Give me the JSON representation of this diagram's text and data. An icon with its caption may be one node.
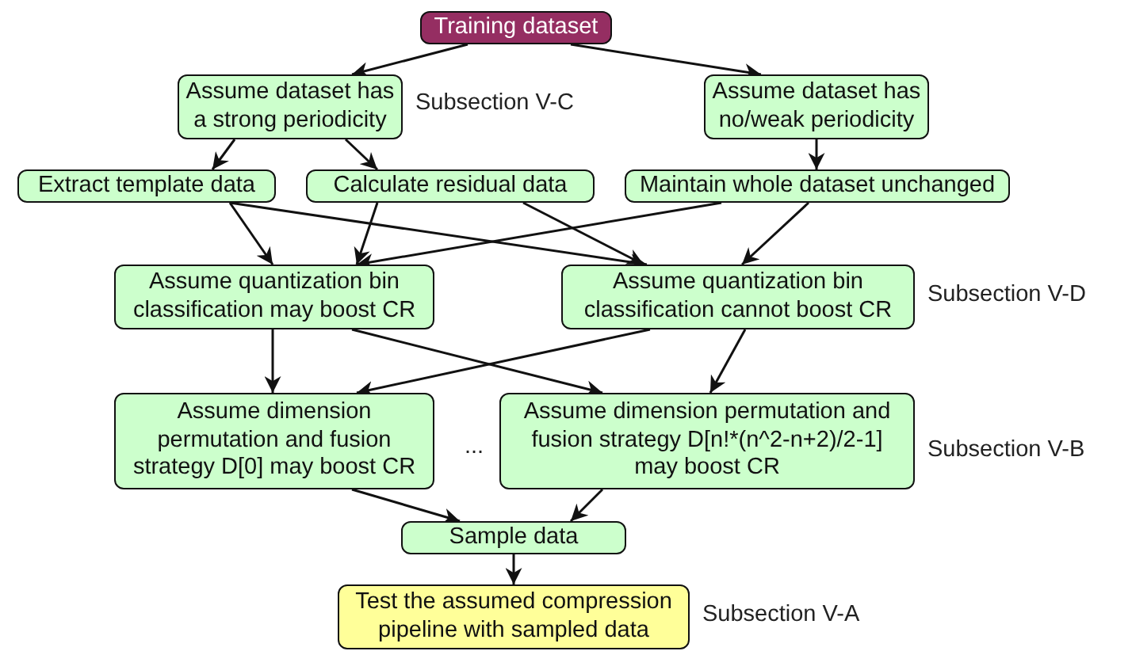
{
  "diagram": {
    "nodes": [
      {
        "text": [
          "Training dataset"
        ]
      },
      {
        "text": [
          "Assume dataset has a strong periodicity"
        ]
      },
      {
        "text": [
          "Assume dataset has no/weak periodicity"
        ]
      },
      {
        "text": [
          "Extract template data"
        ]
      },
      {
        "text": [
          "Calculate residual data"
        ]
      },
      {
        "text": [
          "Maintain whole dataset unchanged"
        ]
      },
      {
        "text": [
          "Assume quantization bin classification may boost CR"
        ]
      },
      {
        "text": [
          "Assume quantization bin classification cannot boost CR"
        ]
      },
      {
        "text": [
          "Assume dimension permutation and fusion strategy D[0] may boost CR"
        ]
      },
      {
        "text": [
          "Assume dimension permutation and fusion strategy D[n!*(n^2-n+2)/2-1] may boost CR"
        ]
      },
      {
        "text": [
          "Sample data"
        ]
      },
      {
        "text": [
          "Test the assumed compression pipeline with sampled data"
        ]
      }
    ],
    "edges": [
      {
        "from": 0,
        "to": 1,
        "arrow": "to"
      },
      {
        "from": 0,
        "to": 2,
        "arrow": "to"
      },
      {
        "from": 1,
        "to": 3,
        "arrow": "to"
      },
      {
        "from": 1,
        "to": 4,
        "arrow": "to"
      },
      {
        "from": 2,
        "to": 5,
        "arrow": "to"
      },
      {
        "from": 3,
        "to": 6,
        "arrow": "to"
      },
      {
        "from": 3,
        "to": 7,
        "arrow": "to"
      },
      {
        "from": 4,
        "to": 6,
        "arrow": "to"
      },
      {
        "from": 4,
        "to": 7,
        "arrow": "to"
      },
      {
        "from": 5,
        "to": 6,
        "arrow": "to"
      },
      {
        "from": 5,
        "to": 7,
        "arrow": "to"
      },
      {
        "from": 6,
        "to": 8,
        "arrow": "to"
      },
      {
        "from": 6,
        "to": 9,
        "arrow": "to"
      },
      {
        "from": 7,
        "to": 8,
        "arrow": "to"
      },
      {
        "from": 7,
        "to": 9,
        "arrow": "to"
      },
      {
        "from": 8,
        "to": 10,
        "arrow": "to"
      },
      {
        "from": 9,
        "to": 10,
        "arrow": "to"
      },
      {
        "from": 10,
        "to": 11,
        "arrow": "to"
      }
    ],
    "labels": [
      "Subsection V-C",
      "Subsection V-D",
      "...",
      "Subsection V-B",
      "Subsection V-A"
    ]
  }
}
